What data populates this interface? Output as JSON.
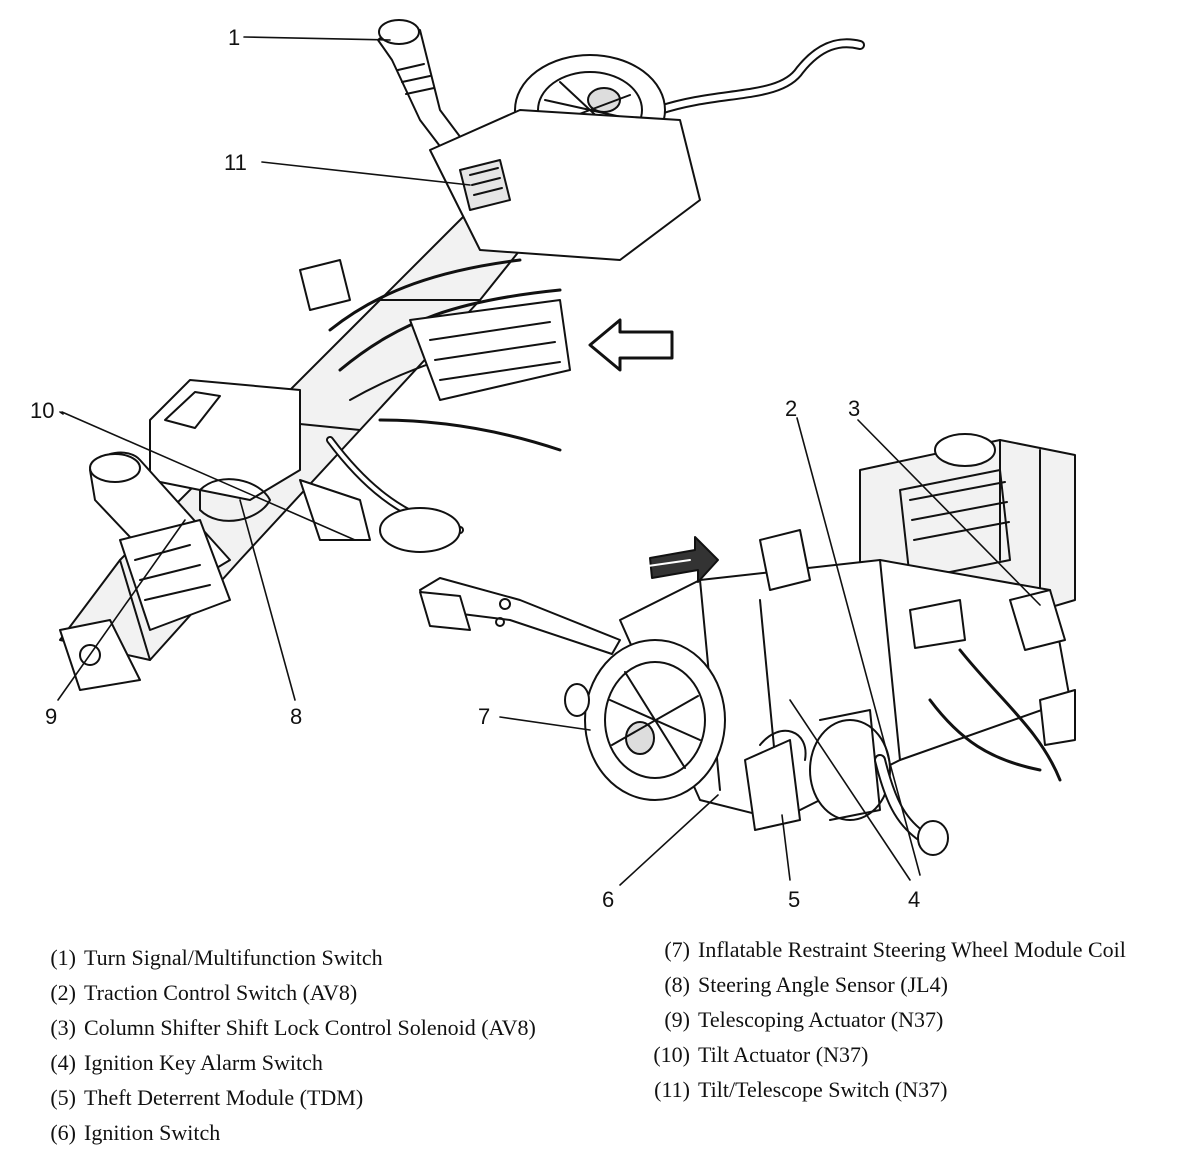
{
  "colors": {
    "ink": "#111111",
    "paper": "#ffffff",
    "shade": "#d9d9d9",
    "arrow_dark": "#333333"
  },
  "callouts": [
    {
      "id": "1",
      "label": "1"
    },
    {
      "id": "2",
      "label": "2"
    },
    {
      "id": "3",
      "label": "3"
    },
    {
      "id": "4",
      "label": "4"
    },
    {
      "id": "5",
      "label": "5"
    },
    {
      "id": "6",
      "label": "6"
    },
    {
      "id": "7",
      "label": "7"
    },
    {
      "id": "8",
      "label": "8"
    },
    {
      "id": "9",
      "label": "9"
    },
    {
      "id": "10",
      "label": "10"
    },
    {
      "id": "11",
      "label": "11"
    }
  ],
  "legend": {
    "left": [
      {
        "num": "(1)",
        "text": "Turn Signal/Multifunction Switch"
      },
      {
        "num": "(2)",
        "text": "Traction Control Switch (AV8)"
      },
      {
        "num": "(3)",
        "text": "Column Shifter Shift Lock Control Solenoid (AV8)"
      },
      {
        "num": "(4)",
        "text": "Ignition Key Alarm Switch"
      },
      {
        "num": "(5)",
        "text": "Theft Deterrent Module (TDM)"
      },
      {
        "num": "(6)",
        "text": "Ignition Switch"
      }
    ],
    "right": [
      {
        "num": "(7)",
        "text": "Inflatable Restraint Steering Wheel Module Coil"
      },
      {
        "num": "(8)",
        "text": "Steering Angle Sensor (JL4)"
      },
      {
        "num": "(9)",
        "text": "Telescoping Actuator (N37)"
      },
      {
        "num": "(10)",
        "text": "Tilt Actuator (N37)"
      },
      {
        "num": "(11)",
        "text": "Tilt/Telescope Switch (N37)"
      }
    ]
  }
}
